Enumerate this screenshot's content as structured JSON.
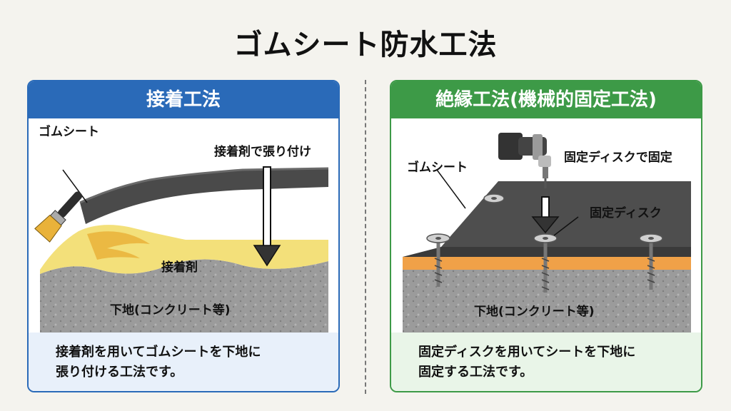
{
  "title": "ゴムシート防水工法",
  "left": {
    "header": "接着工法",
    "label_sheet": "ゴムシート",
    "label_apply": "接着剤で張り付け",
    "label_adhesive": "接着剤",
    "label_base": "下地(コンクリート等)",
    "desc_line1": "接着剤を用いてゴムシートを下地に",
    "desc_line2": "張り付ける工法です。"
  },
  "right": {
    "header": "絶縁工法(機械的固定工法)",
    "label_sheet": "ゴムシート",
    "label_fix": "固定ディスクで固定",
    "label_disk": "固定ディスク",
    "label_base": "下地(コンクリート等)",
    "desc_line1": "固定ディスクを用いてシートを下地に",
    "desc_line2": "固定する工法です。"
  },
  "colors": {
    "left_accent": "#2a6ab8",
    "right_accent": "#3d9a47",
    "rubber_sheet": "#4a4a4a",
    "adhesive": "#f3e07a",
    "insulation_layer": "#f0a148",
    "concrete": "#9a9a9a"
  },
  "icons": [
    "paint-brush-icon",
    "power-drill-icon",
    "down-arrow-icon",
    "fixing-disk-icon",
    "screw-icon"
  ]
}
